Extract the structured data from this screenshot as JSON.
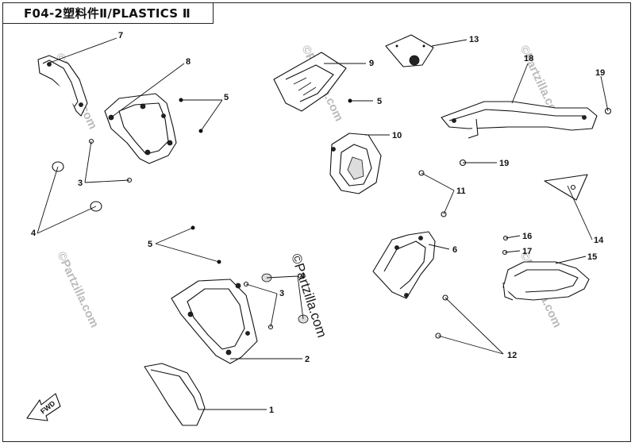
{
  "title": "F04-2塑料件Ⅱ/PLASTICS Ⅱ",
  "watermark": "©Partzilla.com",
  "fwd_label": "FWD",
  "callouts": {
    "c1": "1",
    "c2": "2",
    "c3a": "3",
    "c3b": "3",
    "c4a": "4",
    "c4b": "4",
    "c5a": "5",
    "c5b": "5",
    "c5c": "5",
    "c6": "6",
    "c7": "7",
    "c8": "8",
    "c9": "9",
    "c10": "10",
    "c11": "11",
    "c12": "12",
    "c13": "13",
    "c14": "14",
    "c15": "15",
    "c16": "16",
    "c17": "17",
    "c18": "18",
    "c19a": "19",
    "c19b": "19"
  }
}
